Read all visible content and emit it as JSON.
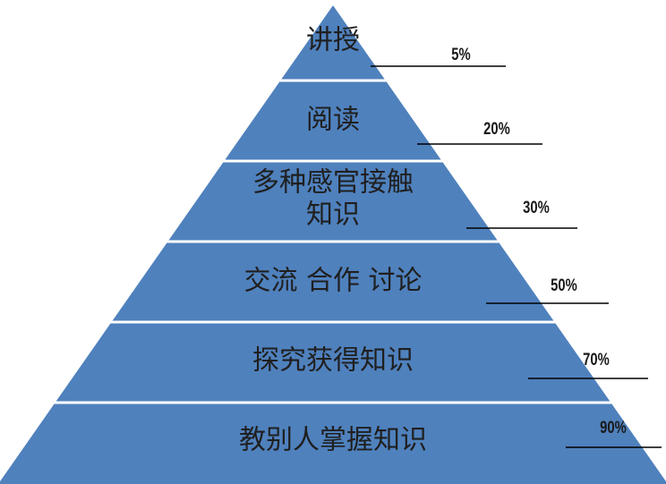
{
  "pyramid": {
    "fill_color": "#4f81bd",
    "divider_color": "#ffffff",
    "leader_color": "#000000",
    "levels": [
      {
        "label_lines": [
          "讲授"
        ],
        "percent": "5%"
      },
      {
        "label_lines": [
          "阅读"
        ],
        "percent": "20%"
      },
      {
        "label_lines": [
          "多种感官接触",
          "知识"
        ],
        "percent": "30%"
      },
      {
        "label_lines": [
          "交流 合作 讨论"
        ],
        "percent": "50%"
      },
      {
        "label_lines": [
          "探究获得知识"
        ],
        "percent": "70%"
      },
      {
        "label_lines": [
          "教别人掌握知识"
        ],
        "percent": "90%"
      }
    ]
  }
}
